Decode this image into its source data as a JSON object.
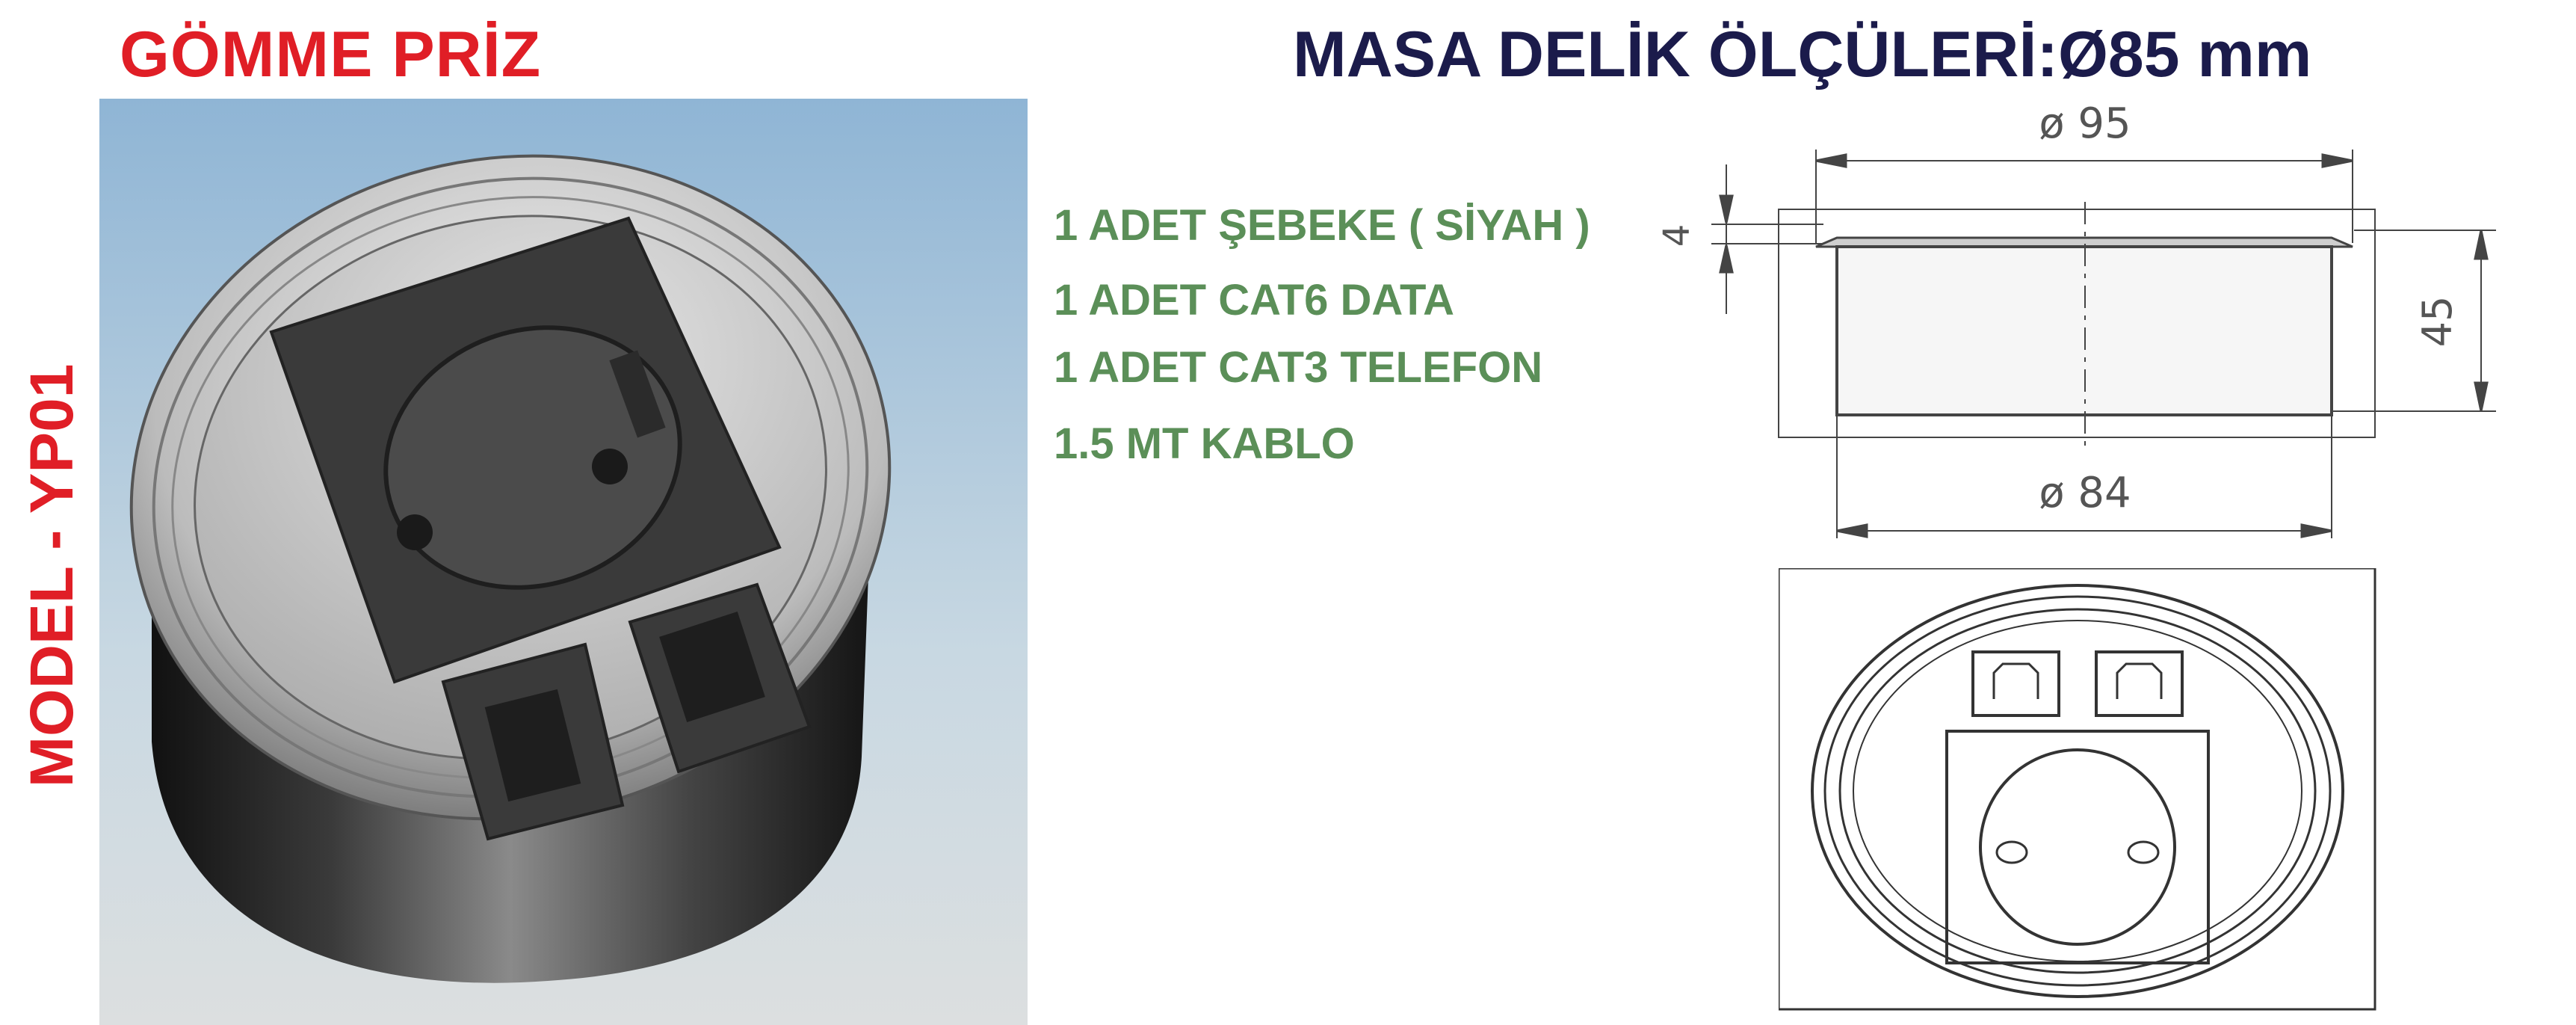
{
  "product_title": "GÖMME PRİZ",
  "hole_size_title": "MASA DELİK ÖLÇÜLERİ:Ø85 mm",
  "model_label": "MODEL - YP01",
  "features": [
    "1 ADET ŞEBEKE ( SİYAH )",
    "1 ADET CAT6 DATA",
    "1 ADET CAT3 TELEFON",
    "1.5 MT KABLO"
  ],
  "dimensions": {
    "top_diameter": "ø 95",
    "bottom_diameter": "ø 84",
    "flange_height": "4",
    "body_height": "45"
  },
  "colors": {
    "title_red": "#e01e26",
    "title_navy": "#1b1b4b",
    "feature_green": "#5b8f58"
  }
}
